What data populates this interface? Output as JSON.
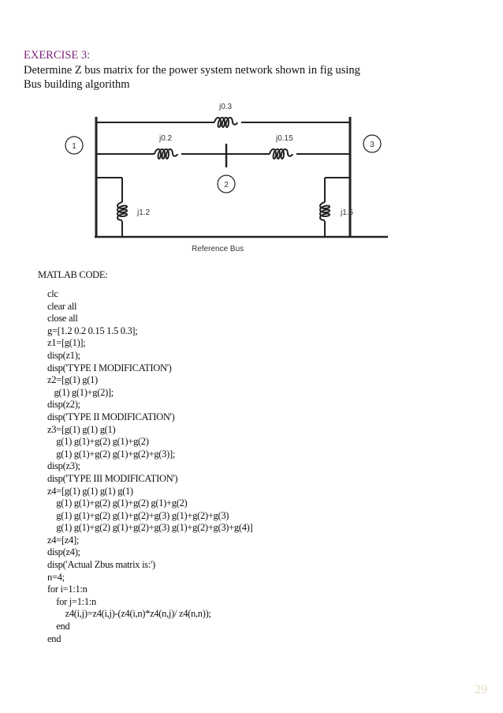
{
  "exercise": {
    "title": "EXERCISE 3:",
    "intro_lines": [
      "Determine Z bus matrix for the power system network shown in fig using",
      "Bus building algorithm"
    ]
  },
  "figure": {
    "bus_labels": [
      "1",
      "2",
      "3"
    ],
    "impedance_labels": {
      "z13": "j0.3",
      "z12": "j0.2",
      "z23": "j0.15",
      "z1ref": "j1.2",
      "z3ref": "j1.5"
    },
    "reference_label": "Reference Bus"
  },
  "code": {
    "title": "MATLAB CODE:",
    "lines": [
      "clc",
      "clear all",
      "close all",
      "g=[1.2 0.2 0.15 1.5 0.3];",
      "z1=[g(1)];",
      "disp(z1);",
      "disp('TYPE I MODIFICATION')",
      "z2=[g(1) g(1)",
      "   g(1) g(1)+g(2)];",
      "disp(z2);",
      "disp('TYPE II MODIFICATION')",
      "z3=[g(1) g(1) g(1)",
      "    g(1) g(1)+g(2) g(1)+g(2)",
      "    g(1) g(1)+g(2) g(1)+g(2)+g(3)];",
      "disp(z3);",
      "disp('TYPE III MODIFICATION')",
      "z4=[g(1) g(1) g(1) g(1)",
      "    g(1) g(1)+g(2) g(1)+g(2) g(1)+g(2)",
      "    g(1) g(1)+g(2) g(1)+g(2)+g(3) g(1)+g(2)+g(3)",
      "    g(1) g(1)+g(2) g(1)+g(2)+g(3) g(1)+g(2)+g(3)+g(4)]",
      "z4=[z4];",
      "disp(z4);",
      "disp('Actual Zbus matrix is:')",
      "n=4;",
      "for i=1:1:n",
      "    for j=1:1:n",
      "        z4(i,j)=z4(i,j)-(z4(i,n)*z4(n,j)/ z4(n,n));",
      "    end",
      "end"
    ]
  },
  "page_number": "29"
}
